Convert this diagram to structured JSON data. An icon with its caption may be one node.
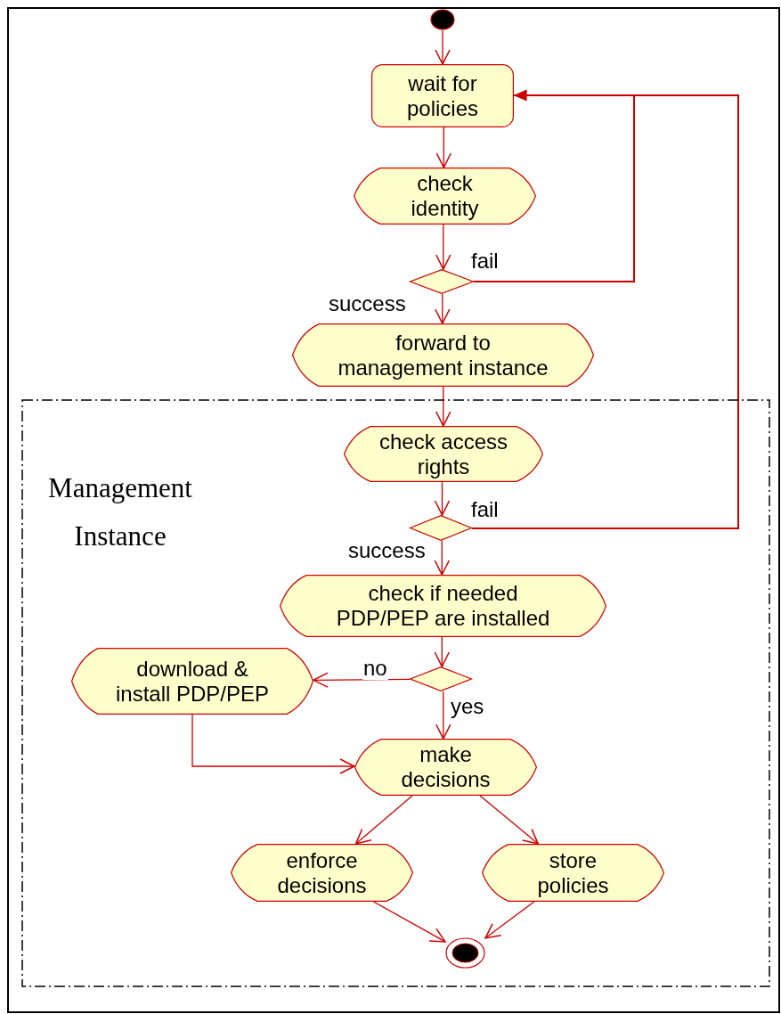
{
  "diagram": {
    "nodes": [
      {
        "text": [],
        "shape": "circle"
      },
      {
        "text": [
          "wait for policies"
        ]
      },
      {
        "text": [
          "check identity"
        ]
      },
      {
        "text": [],
        "shape": "diamond"
      },
      {
        "text": [
          "forward to management instance"
        ]
      },
      {
        "text": [
          "Management Instance"
        ]
      },
      {
        "text": [
          "check access rights"
        ],
        "in": 5
      },
      {
        "text": [],
        "shape": "diamond",
        "in": 5
      },
      {
        "text": [
          "check if needed PDP/PEP are installed"
        ],
        "in": 5
      },
      {
        "text": [],
        "shape": "diamond",
        "in": 5
      },
      {
        "text": [
          "download & install PDP/PEP"
        ],
        "in": 5
      },
      {
        "text": [
          "make decisions"
        ],
        "in": 5
      },
      {
        "text": [
          "enforce decisions"
        ],
        "in": 5
      },
      {
        "text": [
          "store policies"
        ],
        "in": 5
      },
      {
        "text": [],
        "shape": "circle",
        "in": 5
      }
    ],
    "edges": [
      {
        "from": 0,
        "to": 1,
        "arrow": "to"
      },
      {
        "from": 1,
        "to": 2,
        "arrow": "to"
      },
      {
        "from": 2,
        "to": 3,
        "arrow": "to"
      },
      {
        "from": 3,
        "to": 1,
        "arrow": "to",
        "label": "fail"
      },
      {
        "from": 3,
        "to": 4,
        "arrow": "to",
        "label": "success"
      },
      {
        "from": 4,
        "to": 6,
        "arrow": "to"
      },
      {
        "from": 6,
        "to": 7,
        "arrow": "to"
      },
      {
        "from": 7,
        "to": 1,
        "arrow": "to",
        "label": "fail"
      },
      {
        "from": 7,
        "to": 8,
        "arrow": "to",
        "label": "success"
      },
      {
        "from": 8,
        "to": 9,
        "arrow": "to"
      },
      {
        "from": 9,
        "to": 10,
        "arrow": "to",
        "label": "no"
      },
      {
        "from": 9,
        "to": 11,
        "arrow": "to",
        "label": "yes"
      },
      {
        "from": 10,
        "to": 11,
        "arrow": "to"
      },
      {
        "from": 11,
        "to": 12,
        "arrow": "to"
      },
      {
        "from": 11,
        "to": 13,
        "arrow": "to"
      },
      {
        "from": 12,
        "to": 14,
        "arrow": "to"
      },
      {
        "from": 13,
        "to": 14,
        "arrow": "to"
      }
    ]
  }
}
